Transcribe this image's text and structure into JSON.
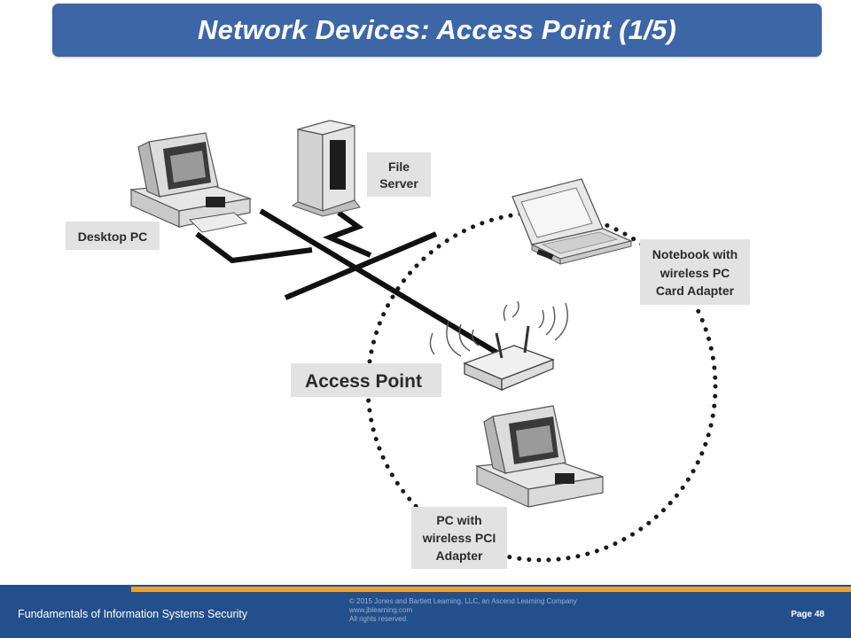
{
  "title": "Network Devices: Access Point (1/5)",
  "diagram": {
    "labels": {
      "desktop_pc": "Desktop PC",
      "file_server": [
        "File",
        "Server"
      ],
      "notebook": [
        "Notebook with",
        "wireless PC",
        "Card Adapter"
      ],
      "access_point": "Access Point",
      "pc_wireless": [
        "PC with",
        "wireless PCI",
        "Adapter"
      ]
    }
  },
  "footer": {
    "course": "Fundamentals of Information Systems Security",
    "copyright": [
      "© 2015 Jones and Bartlett Learning, LLC, an Ascend Learning Company",
      "www.jblearning.com",
      "All rights reserved."
    ],
    "page": "Page 48"
  }
}
